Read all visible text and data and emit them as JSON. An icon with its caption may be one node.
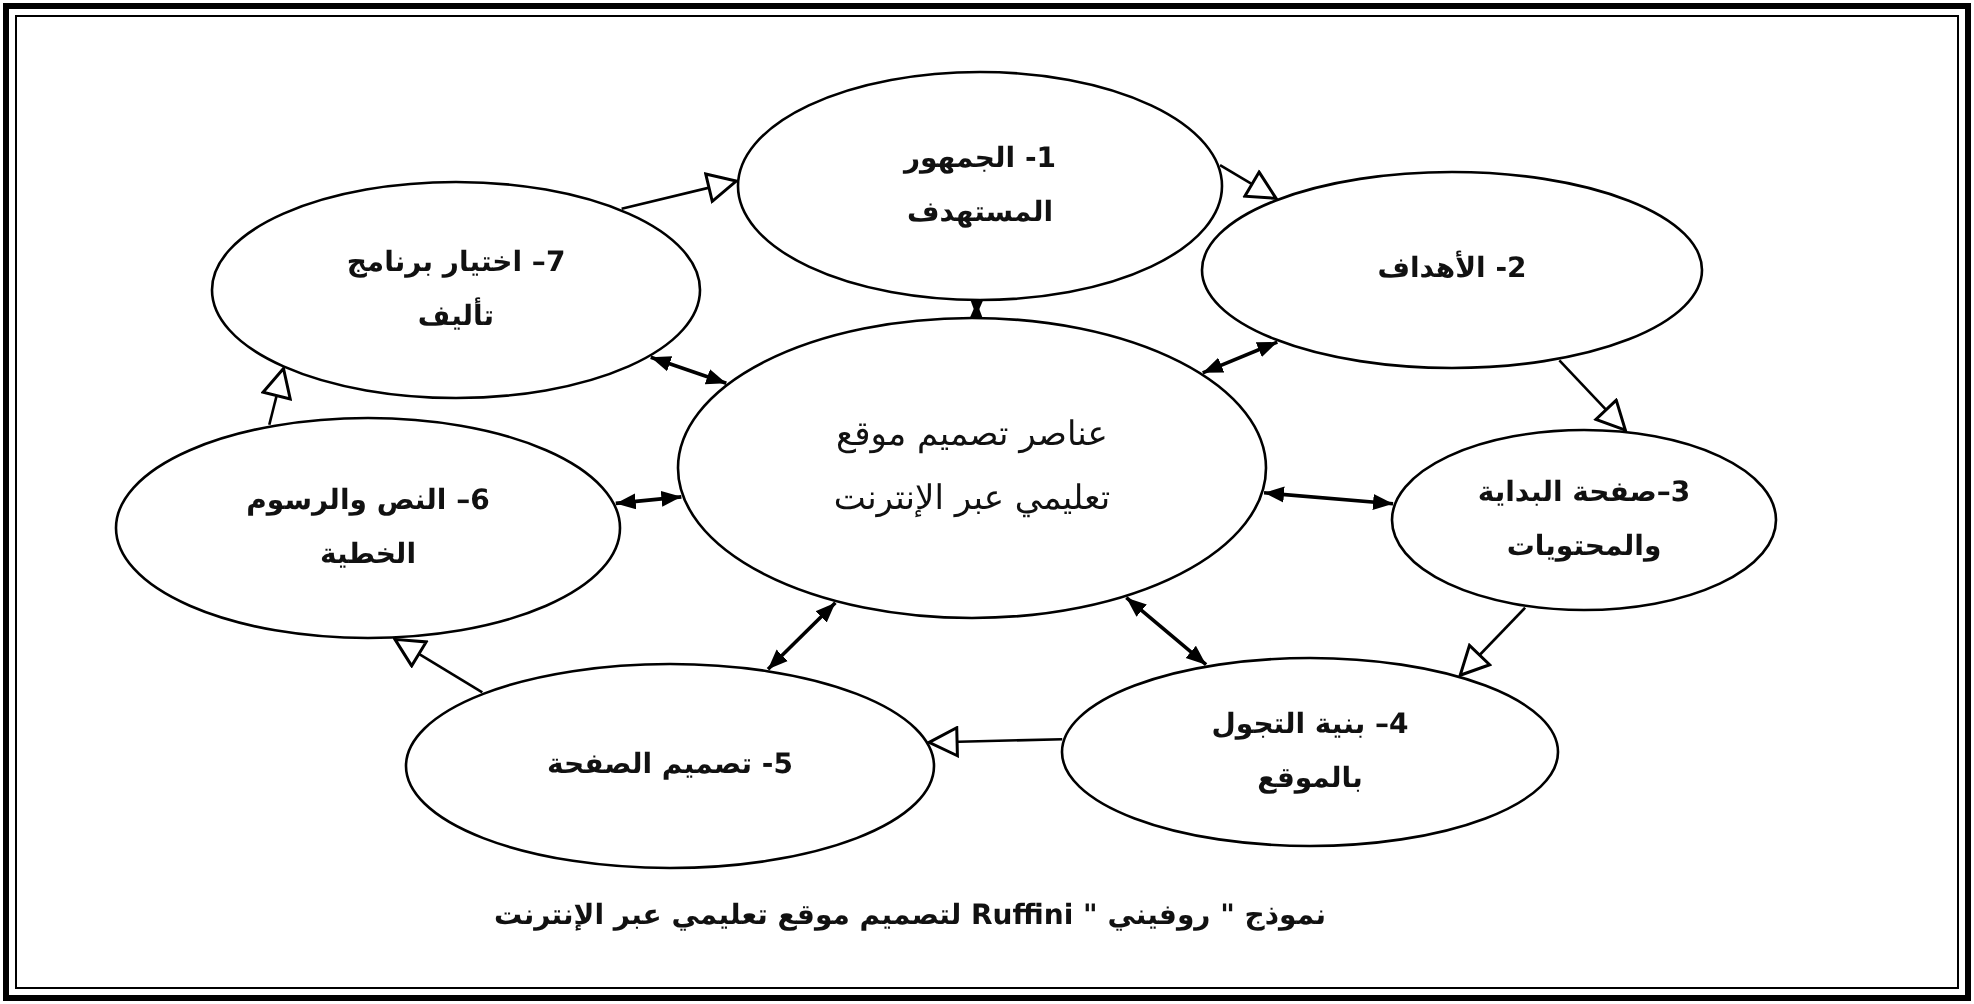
{
  "diagram": {
    "caption": "نموذج \" روفيني \" Ruffini لتصميم موقع تعليمي عبر الإنترنت",
    "nodes": [
      {
        "text": [
          "عناصر تصميم موقع تعليمي عبر الإنترنت"
        ]
      },
      {
        "text": [
          "1- الجمهور المستهدف"
        ]
      },
      {
        "text": [
          "2- الأهداف"
        ]
      },
      {
        "text": [
          "3–صفحة البداية والمحتويات"
        ]
      },
      {
        "text": [
          "4– بنية التجول بالموقع"
        ]
      },
      {
        "text": [
          "5- تصميم الصفحة"
        ]
      },
      {
        "text": [
          "6– النص والرسوم الخطية"
        ]
      },
      {
        "text": [
          "7– اختيار برنامج تأليف"
        ]
      }
    ],
    "edges": [
      {
        "from": 0,
        "to": 1,
        "arrow": "both"
      },
      {
        "from": 0,
        "to": 2,
        "arrow": "both"
      },
      {
        "from": 0,
        "to": 3,
        "arrow": "both"
      },
      {
        "from": 0,
        "to": 4,
        "arrow": "both"
      },
      {
        "from": 0,
        "to": 5,
        "arrow": "both"
      },
      {
        "from": 0,
        "to": 6,
        "arrow": "both"
      },
      {
        "from": 0,
        "to": 7,
        "arrow": "both"
      },
      {
        "from": 1,
        "to": 2,
        "arrow": "to"
      },
      {
        "from": 2,
        "to": 3,
        "arrow": "to"
      },
      {
        "from": 3,
        "to": 4,
        "arrow": "to"
      },
      {
        "from": 4,
        "to": 5,
        "arrow": "to"
      },
      {
        "from": 5,
        "to": 6,
        "arrow": "to"
      },
      {
        "from": 6,
        "to": 7,
        "arrow": "to"
      },
      {
        "from": 7,
        "to": 1,
        "arrow": "to"
      }
    ]
  }
}
